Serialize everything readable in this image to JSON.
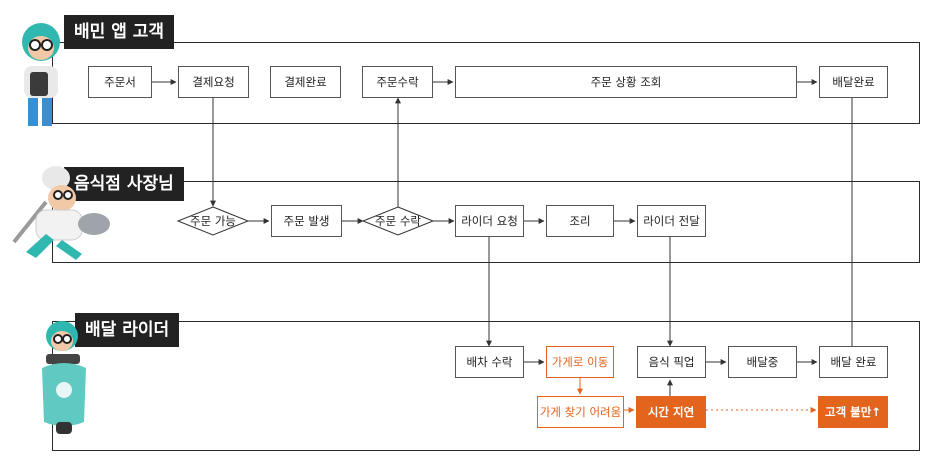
{
  "lanes": [
    {
      "id": "customer",
      "label": "배민 앱 고객"
    },
    {
      "id": "owner",
      "label": "음식점 사장님"
    },
    {
      "id": "rider",
      "label": "배달 라이더"
    }
  ],
  "customer_nodes": [
    "주문서",
    "결제요청",
    "결제완료",
    "주문수락",
    "주문 상황 조회",
    "배달완료"
  ],
  "owner_nodes": {
    "order_possible": "주문 가능",
    "order_created": "주문 발생",
    "order_accept": "주문 수락",
    "rider_request": "라이더 요청",
    "cook": "조리",
    "rider_handover": "라이더 전달"
  },
  "rider_nodes": {
    "dispatch_accept": "배차 수락",
    "go_to_store": "가게로 이동",
    "hard_to_find": "가게 찾기 어려움",
    "time_delay": "시간 지연",
    "pickup": "음식 픽업",
    "delivering": "배달중",
    "delivered": "배달 완료",
    "dissatisfaction": "고객 불만↑"
  },
  "colors": {
    "accent": "#e2641d",
    "lane_label_bg": "#222222",
    "border": "#2b2b2b"
  }
}
